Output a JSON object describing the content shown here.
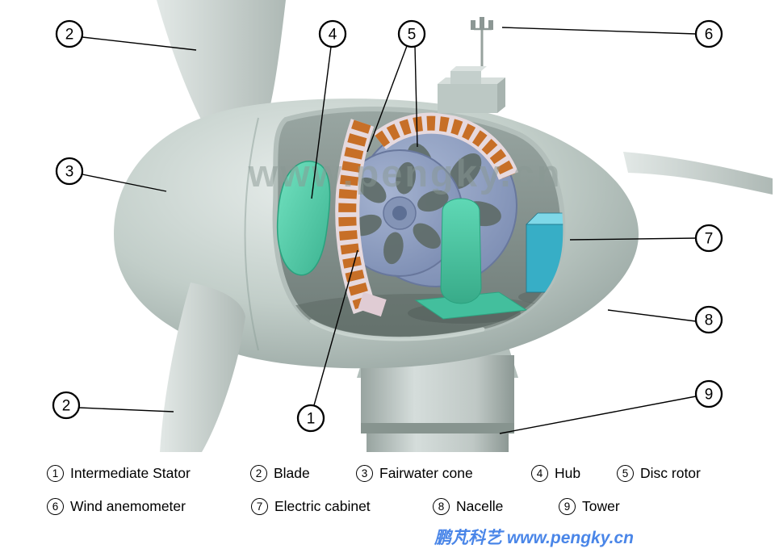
{
  "watermark": "www.pengky.cn",
  "footer": "鹏芃科艺 www.pengky.cn",
  "callouts": {
    "one": "1",
    "two": "2",
    "three": "3",
    "four": "4",
    "five": "5",
    "six": "6",
    "seven": "7",
    "eight": "8",
    "nine": "9"
  },
  "legend": {
    "items": [
      {
        "num": "1",
        "label": "Intermediate Stator"
      },
      {
        "num": "2",
        "label": "Blade"
      },
      {
        "num": "3",
        "label": "Fairwater cone"
      },
      {
        "num": "4",
        "label": "Hub"
      },
      {
        "num": "5",
        "label": "Disc rotor"
      },
      {
        "num": "6",
        "label": "Wind anemometer"
      },
      {
        "num": "7",
        "label": "Electric cabinet"
      },
      {
        "num": "8",
        "label": "Nacelle"
      },
      {
        "num": "9",
        "label": "Tower"
      }
    ]
  },
  "colors": {
    "teal": "#57d6b2",
    "teal_dark": "#38ab89",
    "coil": "#c76f27",
    "coil_backing": "#e6d9de",
    "cabinet_front": "#37aec6",
    "cabinet_top": "#7fd8e8",
    "cabinet_side": "#2b8ca3",
    "disc": "#8a9bbd",
    "body_gray": "#c2cecа",
    "footer_blue": "#4a86e8",
    "watermark_gray": "#8a9994"
  }
}
